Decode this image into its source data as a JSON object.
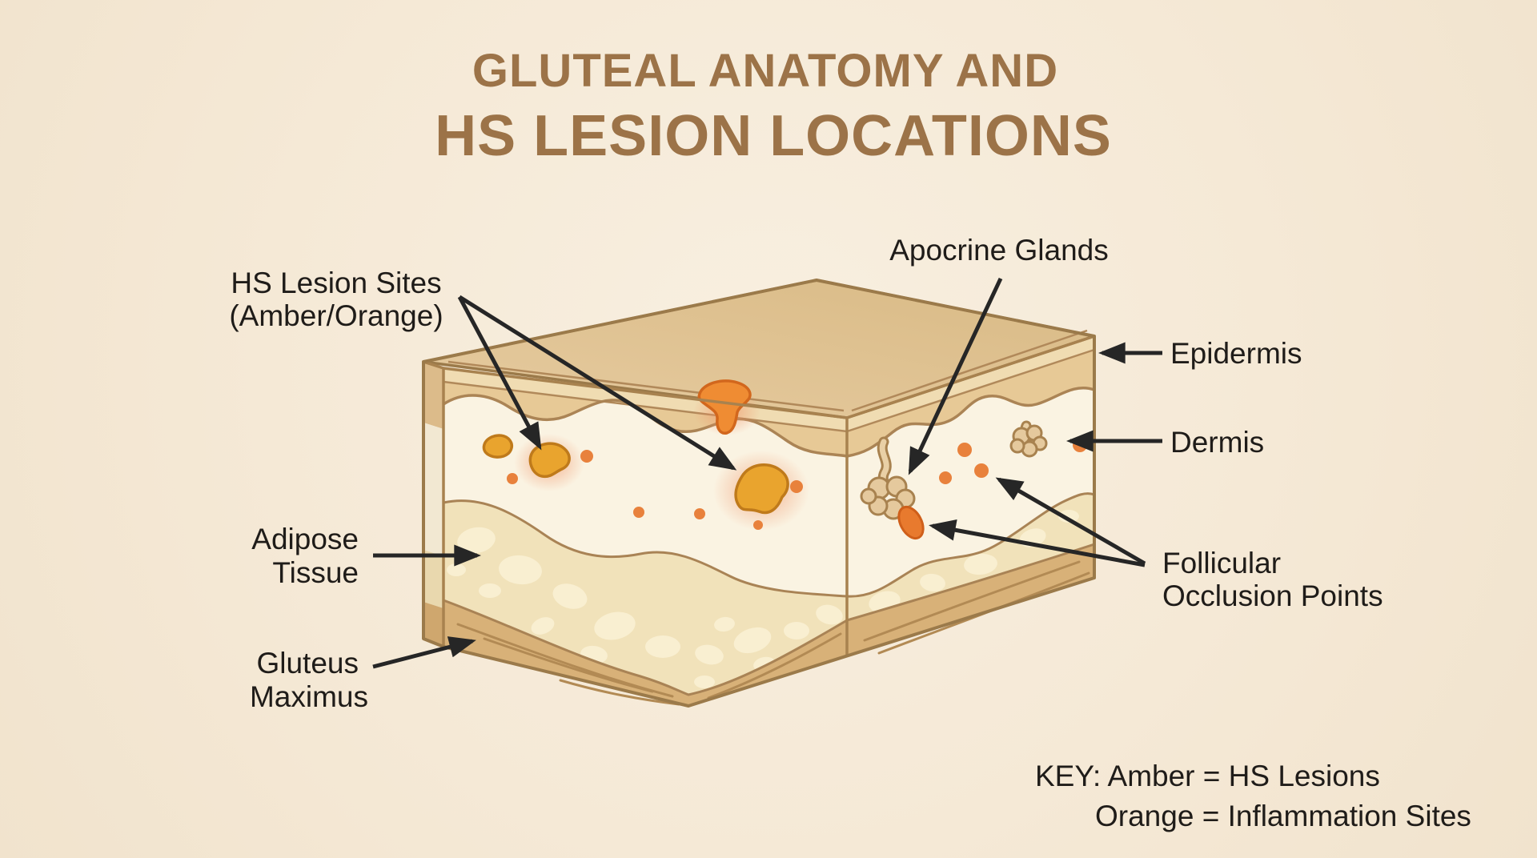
{
  "title": {
    "line1": "GLUTEAL ANATOMY AND",
    "line2": "HS LESION LOCATIONS"
  },
  "labels": {
    "hs_lesion_sites": {
      "line1": "HS Lesion Sites",
      "line2": "(Amber/Orange)"
    },
    "apocrine_glands": "Apocrine Glands",
    "epidermis": "Epidermis",
    "dermis": "Dermis",
    "follicular_occlusion_points": {
      "line1": "Follicular",
      "line2": "Occlusion Points"
    },
    "adipose_tissue": {
      "line1": "Adipose",
      "line2": "Tissue"
    },
    "gluteus_maximus": {
      "line1": "Gluteus",
      "line2": "Maximus"
    }
  },
  "key": {
    "line1": "KEY: Amber = HS Lesions",
    "line2": "Orange = Inflammation Sites"
  },
  "colors": {
    "background": "#f5e9d6",
    "title": "#9c7348",
    "label_text": "#1f1c19",
    "arrow": "#262626",
    "amber_lesion": "#e9a42e",
    "amber_lesion_outline": "#bf7a1b",
    "orange_inflammation": "#e8813c",
    "surface_lesion": "#ef8c33",
    "surface_lesion_outline": "#d2671d"
  }
}
